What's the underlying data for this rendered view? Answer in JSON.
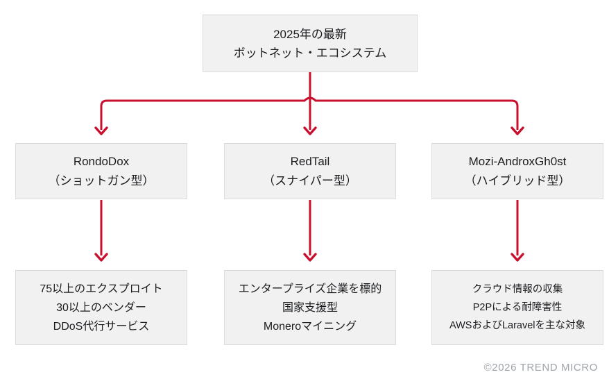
{
  "title": "2025年の最新ボットネット・エコシステム図",
  "colors": {
    "arrow_red": "#C8102E",
    "box_fill": "#F1F1F2",
    "box_border": "#DBDCDE",
    "text": "#1B1C1E",
    "footer_text": "#9FA4AA"
  },
  "root_box": {
    "line1": "2025年の最新",
    "line2": "ボットネット・エコシステム"
  },
  "branches": [
    {
      "name": "RondoDox",
      "type": "（ショットガン型）",
      "details": [
        "75以上のエクスプロイト",
        "30以上のベンダー",
        "DDoS代行サービス"
      ]
    },
    {
      "name": "RedTail",
      "type": "（スナイパー型）",
      "details": [
        "エンタープライズ企業を標的",
        "国家支援型",
        "Moneroマイニング"
      ]
    },
    {
      "name": "Mozi-AndroxGh0st",
      "type": "（ハイブリッド型）",
      "details": [
        "クラウド情報の収集",
        "P2Pによる耐障害性",
        "AWSおよびLaravelを主な対象"
      ]
    }
  ],
  "footer_text": "©2026 TREND MICRO"
}
